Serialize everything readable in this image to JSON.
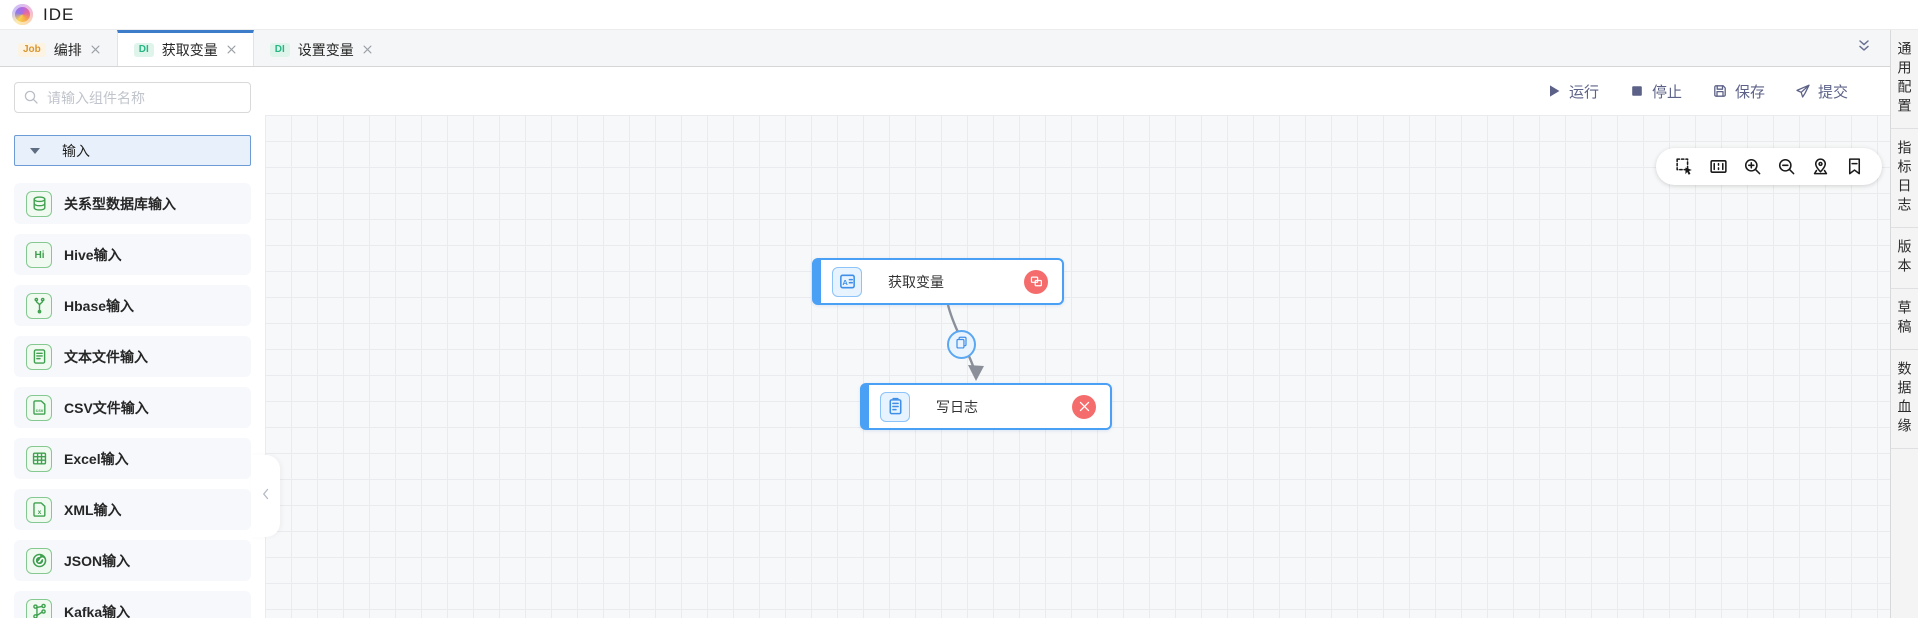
{
  "header": {
    "title": "IDE"
  },
  "tabs": [
    {
      "badge": "Job",
      "badge_type": "job",
      "label": "编排",
      "active": false
    },
    {
      "badge": "DI",
      "badge_type": "di",
      "label": "获取变量",
      "active": true
    },
    {
      "badge": "DI",
      "badge_type": "di",
      "label": "设置变量",
      "active": false
    }
  ],
  "sidebar": {
    "search_placeholder": "请输入组件名称",
    "group_label": "输入",
    "items": [
      {
        "label": "关系型数据库输入",
        "icon": "database-icon"
      },
      {
        "label": "Hive输入",
        "icon": "hive-icon"
      },
      {
        "label": "Hbase输入",
        "icon": "hbase-icon"
      },
      {
        "label": "文本文件输入",
        "icon": "text-file-icon"
      },
      {
        "label": "CSV文件输入",
        "icon": "csv-file-icon"
      },
      {
        "label": "Excel输入",
        "icon": "excel-icon"
      },
      {
        "label": "XML输入",
        "icon": "xml-file-icon"
      },
      {
        "label": "JSON输入",
        "icon": "json-icon"
      },
      {
        "label": "Kafka输入",
        "icon": "kafka-icon"
      }
    ]
  },
  "toolbar": {
    "actions": [
      {
        "name": "run",
        "label": "运行",
        "icon": "play-icon"
      },
      {
        "name": "stop",
        "label": "停止",
        "icon": "stop-icon"
      },
      {
        "name": "save",
        "label": "保存",
        "icon": "save-icon"
      },
      {
        "name": "submit",
        "label": "提交",
        "icon": "paper-plane-icon"
      }
    ]
  },
  "canvas": {
    "tools": [
      {
        "name": "marquee-select-icon"
      },
      {
        "name": "minimap-icon"
      },
      {
        "name": "zoom-in-icon"
      },
      {
        "name": "zoom-out-icon"
      },
      {
        "name": "locate-icon"
      },
      {
        "name": "bookmark-icon"
      }
    ],
    "nodes": [
      {
        "label": "获取变量",
        "icon": "variable-icon",
        "badge": "dq"
      },
      {
        "label": "写日志",
        "icon": "log-icon",
        "badge": "delete"
      }
    ]
  },
  "right_rail": {
    "items": [
      "通用配置",
      "指标日志",
      "版本",
      "草稿",
      "数据血缘"
    ]
  },
  "colors": {
    "tab_active_blue": "#3d7cc9",
    "node_border_blue": "#4aa0f5",
    "component_green": "#3fa14f",
    "badge_red": "#f56c6c",
    "toolbar_text": "#5c6187",
    "job_badge_bg": "#fdf3e3",
    "job_badge_text": "#d9962f",
    "di_badge_bg": "#dff5ec",
    "di_badge_text": "#27b585"
  }
}
